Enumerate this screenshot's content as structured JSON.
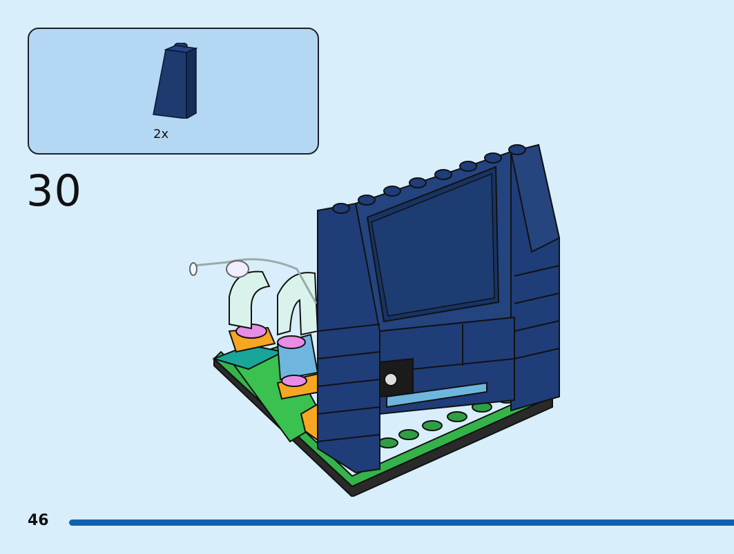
{
  "parts_callout": {
    "part_name": "dark-blue-slope-brick-icon",
    "quantity": "2x",
    "color": "#1e3a6e"
  },
  "step": {
    "number": "30"
  },
  "model": {
    "icon": "assembled-model-illustration",
    "colors": {
      "wall": "#1f3d78",
      "wall_dark": "#163064",
      "baseplate_green": "#34b34a",
      "base_dark": "#2a2a2a",
      "orange": "#f5a623",
      "teal": "#1aa59b",
      "light_blue": "#6fb6df",
      "pink": "#e88de6",
      "mint": "#d9f3ec"
    }
  },
  "footer": {
    "page_number": "46",
    "progress_fraction": 1.0,
    "progress_color": "#0f62ad"
  }
}
